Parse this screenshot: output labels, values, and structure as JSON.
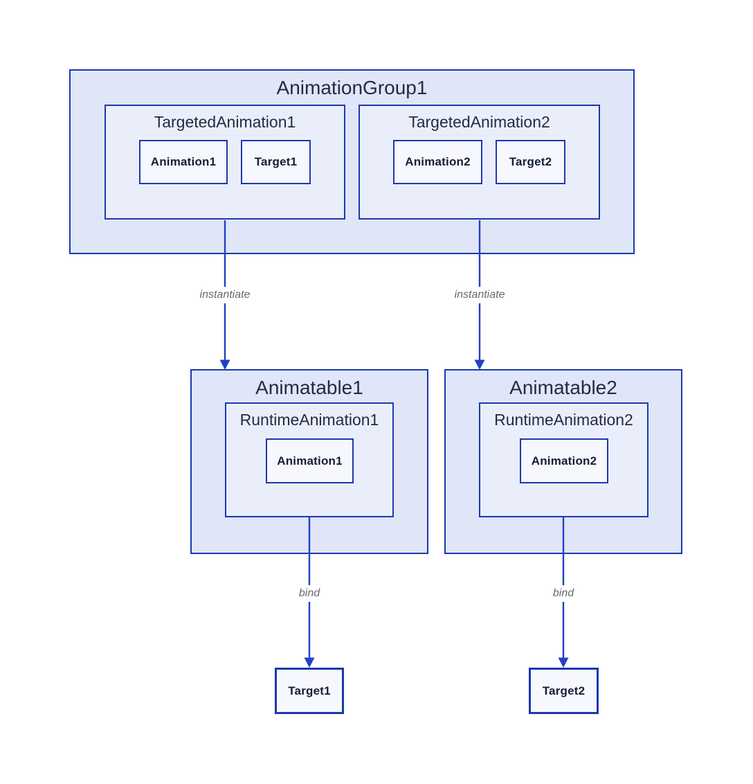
{
  "colors": {
    "border": "#1a38ae",
    "arrow": "#2041c4",
    "container_fill": "#e0e6f8",
    "mid_fill": "#eaeefb",
    "leaf_fill": "#f7f8fd",
    "title_text": "#252b40",
    "leaf_text": "#151d38",
    "edge_label_text": "#67686d",
    "background": "#ffffff"
  },
  "animation_group": {
    "title": "AnimationGroup1",
    "targeted_animations": [
      {
        "title": "TargetedAnimation1",
        "animation": "Animation1",
        "target": "Target1"
      },
      {
        "title": "TargetedAnimation2",
        "animation": "Animation2",
        "target": "Target2"
      }
    ]
  },
  "animatables": [
    {
      "title": "Animatable1",
      "runtime_animation": {
        "title": "RuntimeAnimation1",
        "animation": "Animation1"
      }
    },
    {
      "title": "Animatable2",
      "runtime_animation": {
        "title": "RuntimeAnimation2",
        "animation": "Animation2"
      }
    }
  ],
  "targets": [
    {
      "label": "Target1"
    },
    {
      "label": "Target2"
    }
  ],
  "edges": [
    {
      "label": "instantiate",
      "from": "TargetedAnimation1",
      "to": "Animatable1"
    },
    {
      "label": "instantiate",
      "from": "TargetedAnimation2",
      "to": "Animatable2"
    },
    {
      "label": "bind",
      "from": "RuntimeAnimation1",
      "to": "Target1"
    },
    {
      "label": "bind",
      "from": "RuntimeAnimation2",
      "to": "Target2"
    }
  ]
}
